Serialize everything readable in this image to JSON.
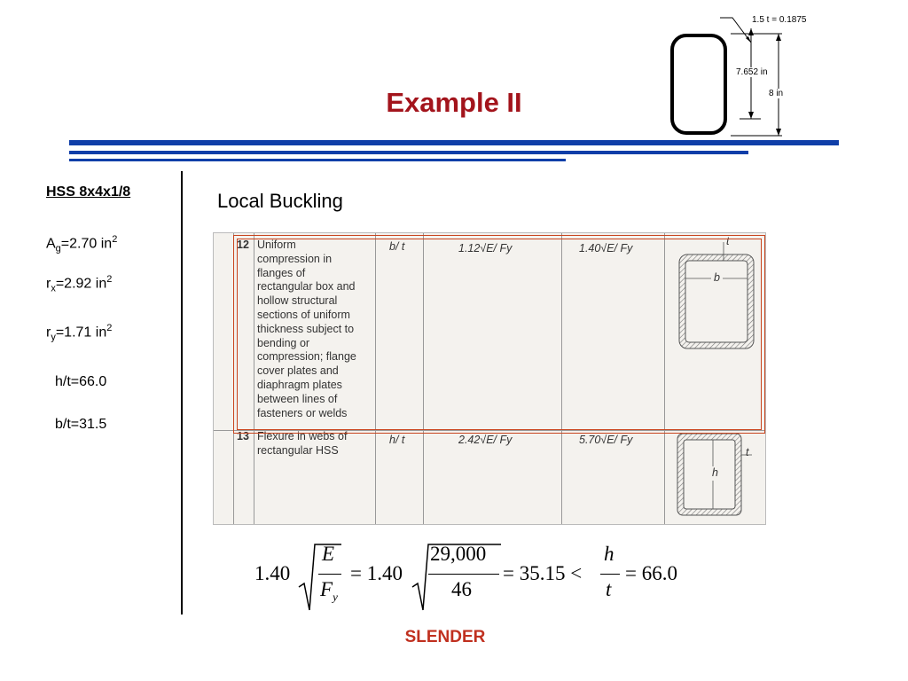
{
  "slide": {
    "title": "Example II",
    "section": "HSS 8x4x1/8",
    "subtitle": "Local Buckling",
    "conclusion": "SLENDER"
  },
  "properties": {
    "ag": {
      "sym": "A",
      "sub": "g",
      "value": "=2.70 in",
      "sup": "2"
    },
    "rx": {
      "sym": "r",
      "sub": "x",
      "value": "=2.92 in",
      "sup": "2"
    },
    "ry": {
      "sym": "r",
      "sub": "y",
      "value": "=1.71 in",
      "sup": "2"
    },
    "ht": "h/t=66.0",
    "bt": "b/t=31.5"
  },
  "diagram": {
    "thickness_label": "1.5 t = 0.1875",
    "inner_height_label": "7.652 in",
    "outer_height_label": "8 in"
  },
  "table": {
    "rows": [
      {
        "case": "12",
        "description": [
          "Uniform",
          "compression in",
          "flanges of",
          "rectangular box and",
          "hollow structural",
          "sections of uniform",
          "thickness subject to",
          "bending or",
          "compression; flange",
          "cover plates and",
          "diaphragm plates",
          "between lines of",
          "fasteners or welds"
        ],
        "ratio": "b/ t",
        "lambda_p": "1.12√E/ Fy",
        "lambda_r": "1.40√E/ Fy",
        "fig_labels": [
          "t",
          "b"
        ]
      },
      {
        "case": "13",
        "description": [
          "Flexure in webs of",
          "rectangular HSS"
        ],
        "ratio": "h/ t",
        "lambda_p": "2.42√E/ Fy",
        "lambda_r": "5.70√E/ Fy",
        "fig_labels": [
          "t",
          "h"
        ]
      }
    ]
  },
  "equation": {
    "coef1": "1.40",
    "num1": "E",
    "den1": "F",
    "den1_sub": "y",
    "eq1": "= 1.40",
    "num2": "29,000",
    "den2": "46",
    "eq2": "= 35.15 <",
    "num3": "h",
    "den3": "t",
    "eq3": "= 66.0"
  }
}
